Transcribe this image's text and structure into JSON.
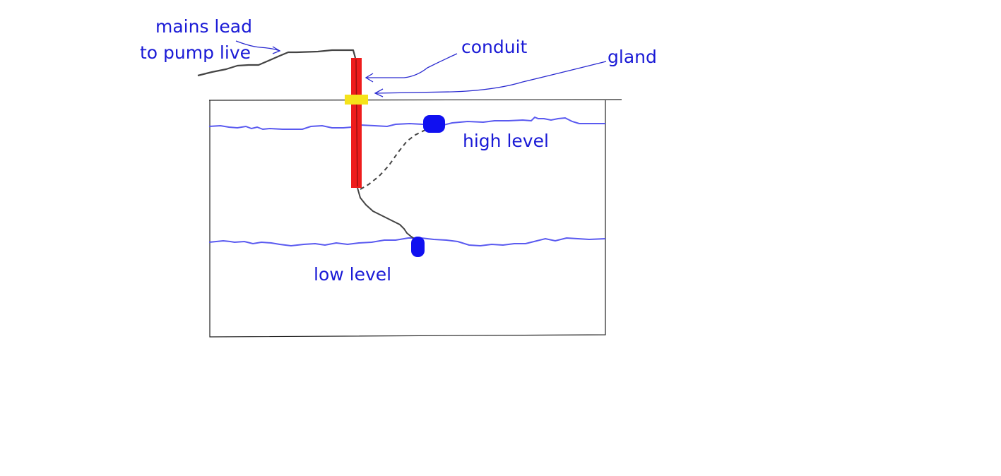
{
  "labels": {
    "mains_lead_line1": "mains lead",
    "mains_lead_line2": "to pump live",
    "conduit": "conduit",
    "gland": "gland",
    "high_level": "high level",
    "low_level": "low level"
  },
  "colors": {
    "text": "#1a1ad6",
    "water_line": "#5a5af0",
    "float": "#1010f0",
    "conduit": "#ee1c1c",
    "conduit_core": "#9a1010",
    "gland": "#f5e31a",
    "cable": "#444444",
    "tank_outline": "#222222",
    "arrow": "#2a2ad0"
  }
}
